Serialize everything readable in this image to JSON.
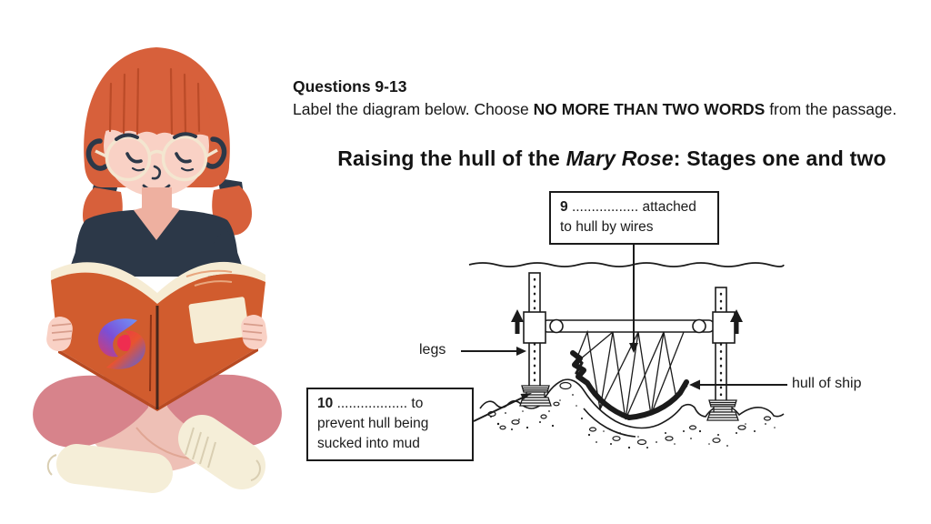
{
  "header": {
    "questions_title": "Questions 9-13",
    "instruction": {
      "prefix": "Label the diagram below. Choose ",
      "bold": "NO MORE THAN TWO WORDS",
      "suffix": " from the passage."
    }
  },
  "diagram": {
    "title": {
      "prefix": "Raising the hull of the ",
      "italic": "Mary Rose",
      "suffix": ": Stages one and two"
    },
    "labels": {
      "q9": {
        "number": "9",
        "dots": ".................",
        "line1_rest": " attached",
        "line2": "to hull by wires"
      },
      "q10": {
        "number": "10",
        "dots": "..................",
        "line1_rest": " to",
        "line2": "prevent hull being",
        "line3": "sucked into mud"
      },
      "legs": "legs",
      "hull": "hull of ship"
    }
  },
  "icons": {
    "up_arrows": "lifting-direction-arrows",
    "illustration": "girl-reading-book"
  },
  "colors": {
    "ink": "#1b1b1b",
    "hair": "#d7603b",
    "skin": "#f9d1c5",
    "shirt": "#2c3848",
    "book": "#d15c2e",
    "pages": "#f6ecd4",
    "pants-outer": "#d7838b",
    "pants-inner": "#eec0b6",
    "sock": "#f5eed8",
    "logo-blue": "#5b7bf5",
    "logo-violet": "#7b4fd6",
    "logo-red": "#ef2d50"
  }
}
